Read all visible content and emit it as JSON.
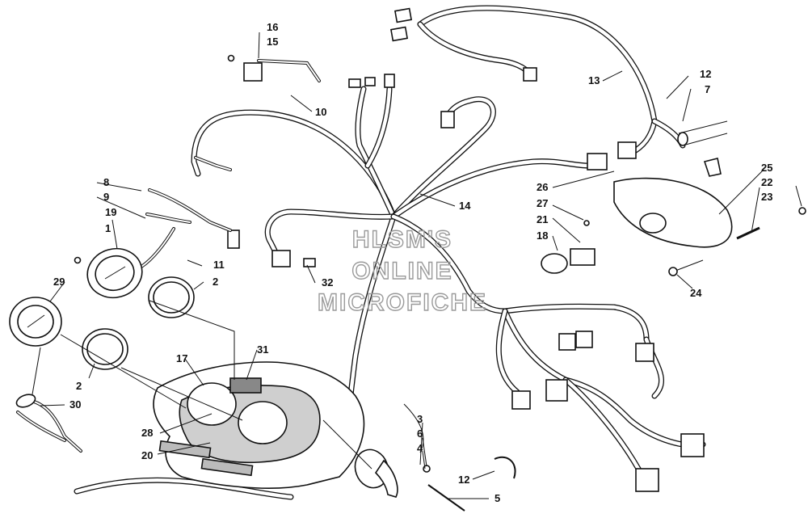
{
  "watermark": [
    "HLSM'S",
    "ONLINE",
    "MICROFICHE"
  ],
  "callouts": [
    {
      "id": "c1",
      "text": "1"
    },
    {
      "id": "c2a",
      "text": "2"
    },
    {
      "id": "c2b",
      "text": "2"
    },
    {
      "id": "c3",
      "text": "3"
    },
    {
      "id": "c4",
      "text": "4"
    },
    {
      "id": "c5",
      "text": "5"
    },
    {
      "id": "c6",
      "text": "6"
    },
    {
      "id": "c7",
      "text": "7"
    },
    {
      "id": "c8",
      "text": "8"
    },
    {
      "id": "c9",
      "text": "9"
    },
    {
      "id": "c10",
      "text": "10"
    },
    {
      "id": "c11",
      "text": "11"
    },
    {
      "id": "c12a",
      "text": "12"
    },
    {
      "id": "c12b",
      "text": "12"
    },
    {
      "id": "c13",
      "text": "13"
    },
    {
      "id": "c14",
      "text": "14"
    },
    {
      "id": "c15",
      "text": "15"
    },
    {
      "id": "c16",
      "text": "16"
    },
    {
      "id": "c17",
      "text": "17"
    },
    {
      "id": "c18",
      "text": "18"
    },
    {
      "id": "c19",
      "text": "19"
    },
    {
      "id": "c20",
      "text": "20"
    },
    {
      "id": "c21",
      "text": "21"
    },
    {
      "id": "c22",
      "text": "22"
    },
    {
      "id": "c23",
      "text": "23"
    },
    {
      "id": "c24",
      "text": "24"
    },
    {
      "id": "c25",
      "text": "25"
    },
    {
      "id": "c26",
      "text": "26"
    },
    {
      "id": "c27",
      "text": "27"
    },
    {
      "id": "c28",
      "text": "28"
    },
    {
      "id": "c29",
      "text": "29"
    },
    {
      "id": "c30",
      "text": "30"
    },
    {
      "id": "c31",
      "text": "31"
    },
    {
      "id": "c32",
      "text": "32"
    }
  ]
}
